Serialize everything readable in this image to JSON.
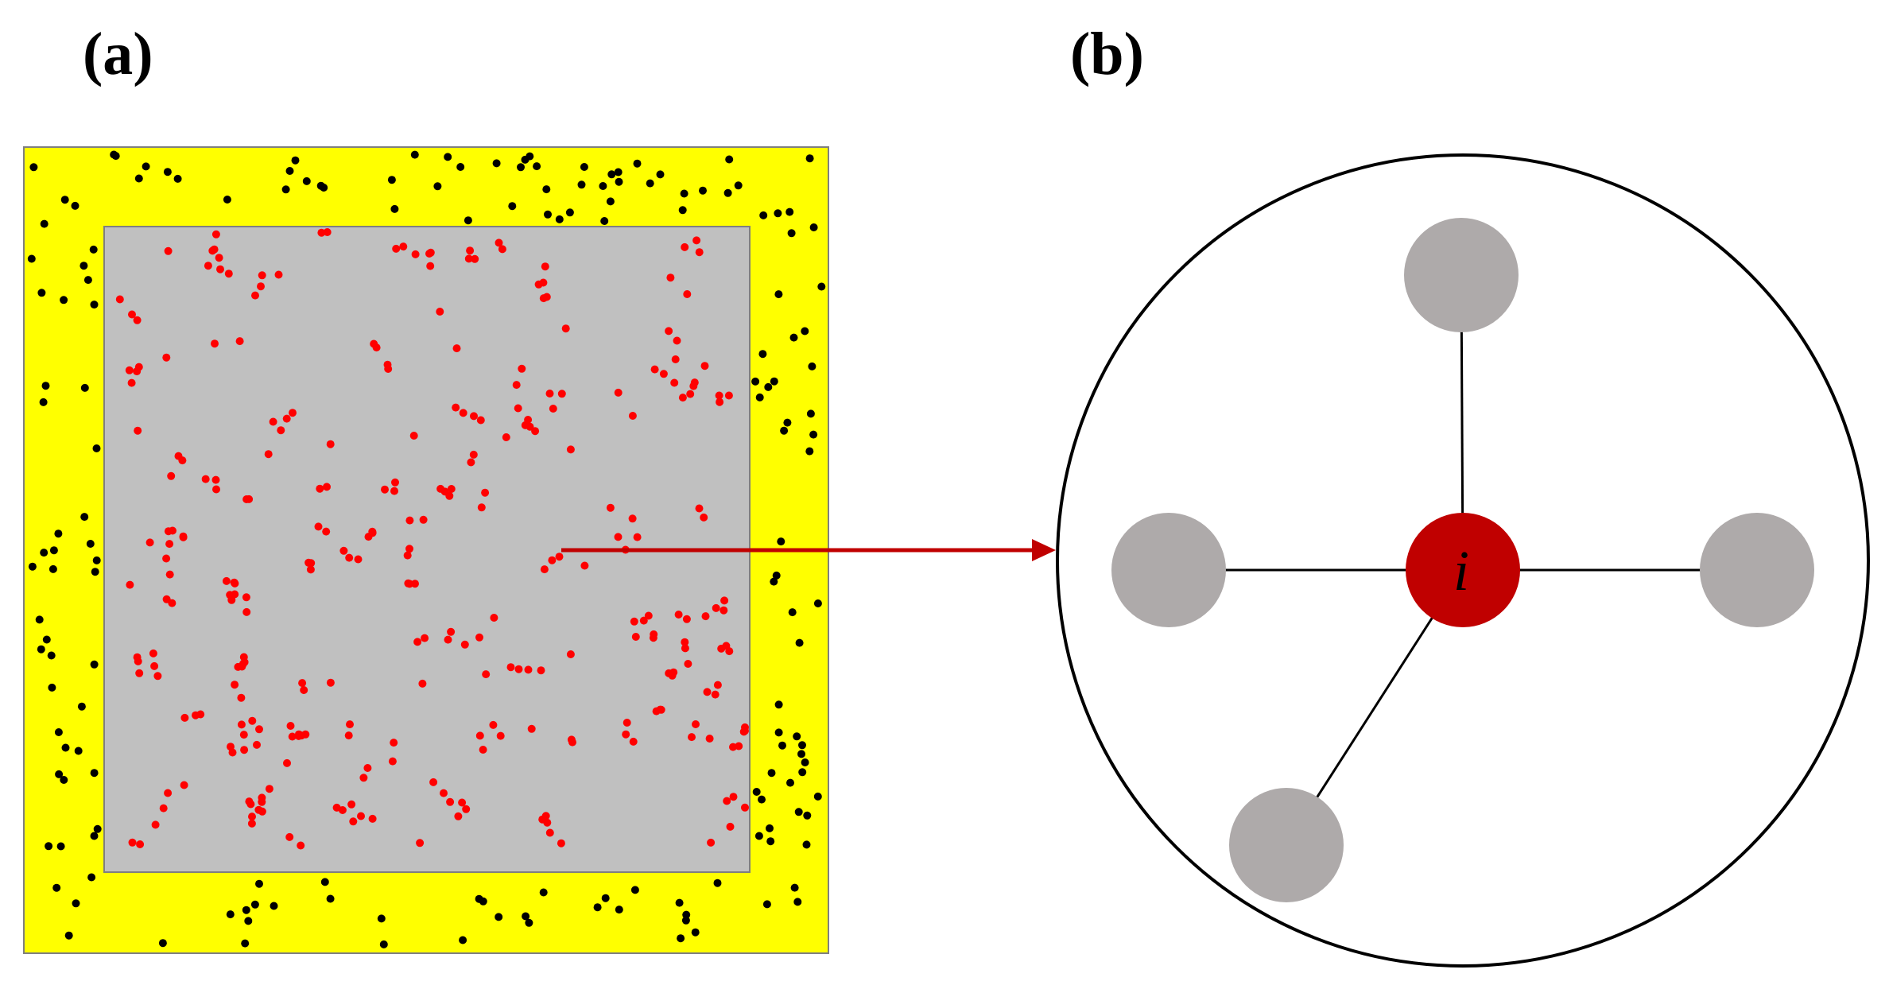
{
  "panel_a": {
    "label": "(a)",
    "colors": {
      "boundary_region": "#ffff00",
      "inner_region": "#c0c0c0",
      "boundary_particles": "#000000",
      "inner_particles": "#ff0000"
    }
  },
  "panel_b": {
    "label": "(b)",
    "center_node_label": "i",
    "colors": {
      "center_node": "#c00000",
      "neighbor_nodes": "#aeaaaa",
      "bonds": "#000000",
      "circle_outline": "#000000"
    }
  },
  "arrow": {
    "color": "#c00000"
  }
}
